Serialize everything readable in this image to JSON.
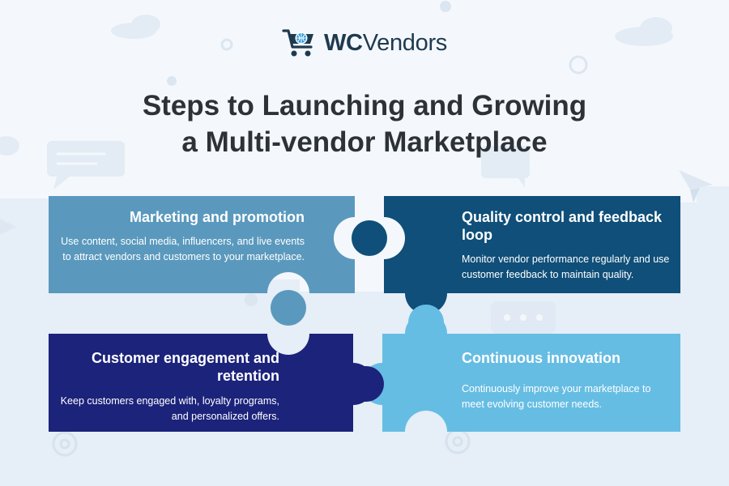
{
  "brand": {
    "name_bold": "WC",
    "name_rest": "Vendors",
    "icon": "shopping-cart-globe-icon",
    "color": "#1f3a4f"
  },
  "title": {
    "line1": "Steps to Launching and Growing",
    "line2": "a Multi-vendor Marketplace"
  },
  "steps": [
    {
      "title": "Marketing and promotion",
      "body": "Use content, social media, influencers, and live events to attract vendors and customers to your marketplace.",
      "color": "#5a99bd"
    },
    {
      "title": "Quality control and feedback loop",
      "body": "Monitor vendor performance regularly and use customer feedback to maintain quality.",
      "color": "#0f4f79"
    },
    {
      "title": "Customer engagement and retention",
      "body": "Keep customers engaged with, loyalty programs, and personalized offers.",
      "color": "#1c237b"
    },
    {
      "title": "Continuous innovation",
      "body": "Continuously improve your marketplace to meet evolving customer needs.",
      "color": "#66bde3"
    }
  ]
}
